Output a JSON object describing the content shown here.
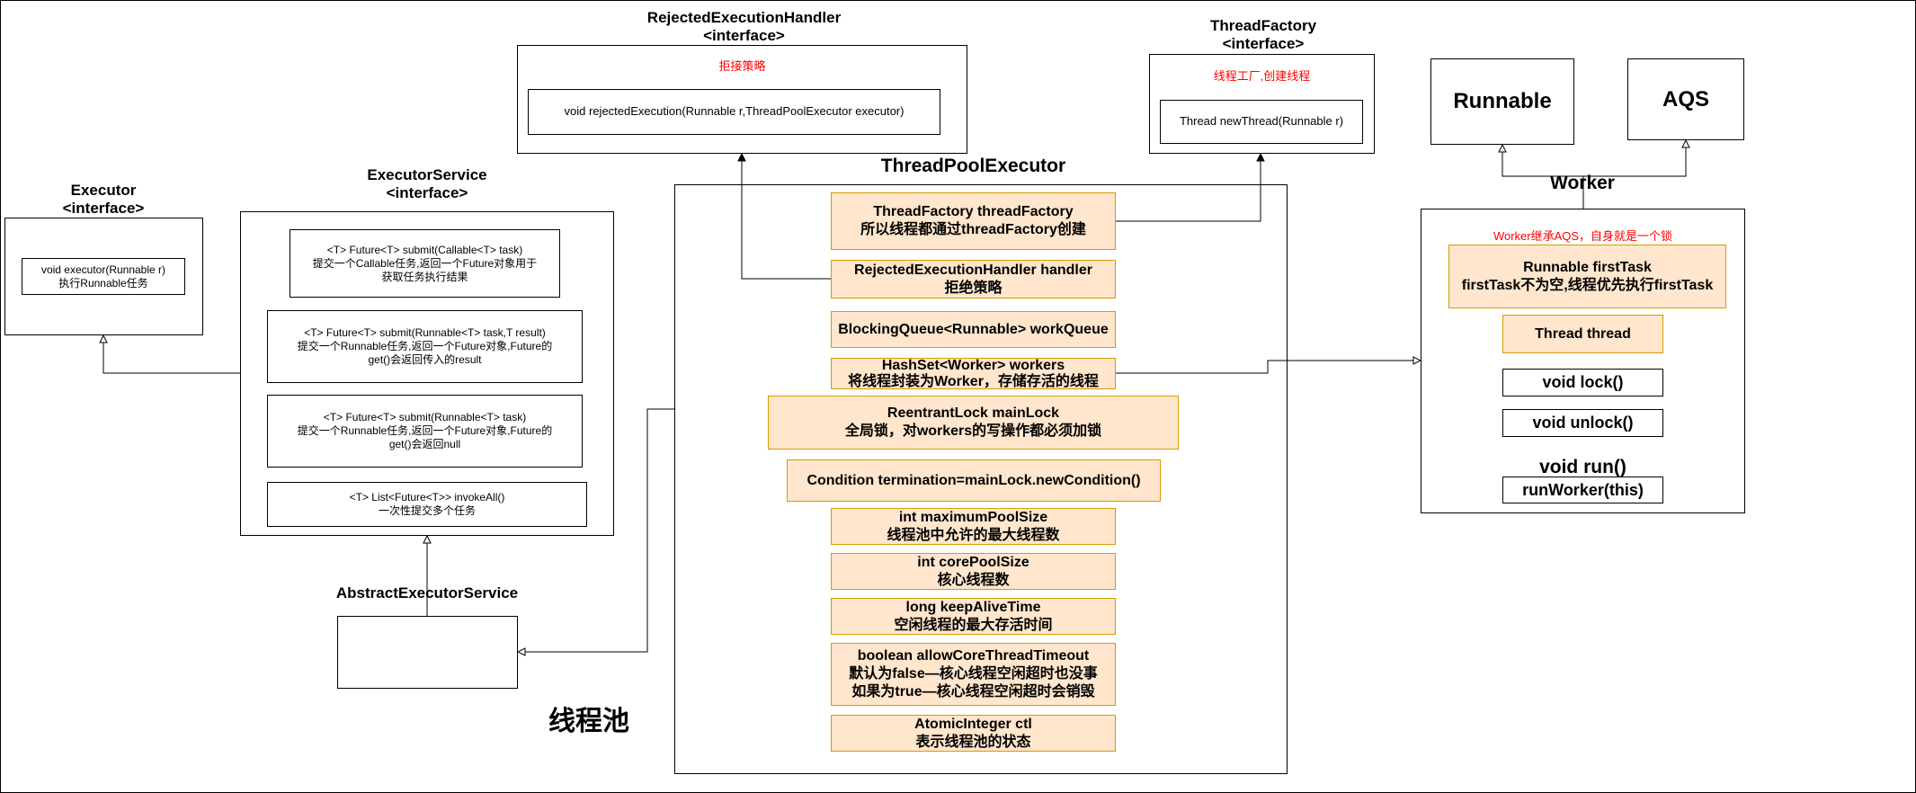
{
  "executor": {
    "title": "Executor",
    "stereotype": "<interface>",
    "method_line1": "void executor(Runnable r)",
    "method_line2": "执行Runnable任务"
  },
  "executor_service": {
    "title": "ExecutorService",
    "stereotype": "<interface>",
    "methods": [
      {
        "sig": "<T> Future<T> submit(Callable<T> task)",
        "desc1": "提交一个Callable任务,返回一个Future对象用于",
        "desc2": "获取任务执行结果"
      },
      {
        "sig": "<T> Future<T> submit(Runnable<T> task,T result)",
        "desc1": "提交一个Runnable任务,返回一个Future对象,Future的",
        "desc2": "get()会返回传入的result"
      },
      {
        "sig": "<T> Future<T> submit(Runnable<T> task)",
        "desc1": "提交一个Runnable任务,返回一个Future对象,Future的",
        "desc2": "get()会返回null"
      },
      {
        "sig": "<T> List<Future<T>> invokeAll()",
        "desc1": "一次性提交多个任务",
        "desc2": ""
      }
    ]
  },
  "abstract_executor_service": {
    "title": "AbstractExecutorService"
  },
  "rejected_handler": {
    "title": "RejectedExecutionHandler",
    "stereotype": "<interface>",
    "note": "拒接策略",
    "method": "void rejectedExecution(Runnable r,ThreadPoolExecutor executor)"
  },
  "thread_factory": {
    "title": "ThreadFactory",
    "stereotype": "<interface>",
    "note": "线程工厂,创建线程",
    "method": "Thread newThread(Runnable r)"
  },
  "thread_pool_executor": {
    "title": "ThreadPoolExecutor",
    "fields": [
      {
        "name": "ThreadFactory threadFactory",
        "desc": "所以线程都通过threadFactory创建"
      },
      {
        "name": "RejectedExecutionHandler handler",
        "desc": "拒绝策略"
      },
      {
        "name": "BlockingQueue<Runnable> workQueue",
        "desc": ""
      },
      {
        "name": "HashSet<Worker> workers",
        "desc": "将线程封装为Worker，存储存活的线程"
      },
      {
        "name": "ReentrantLock mainLock",
        "desc": "全局锁，对workers的写操作都必须加锁"
      },
      {
        "name": "Condition termination=mainLock.newCondition()",
        "desc": ""
      },
      {
        "name": "int maximumPoolSize",
        "desc": "线程池中允许的最大线程数"
      },
      {
        "name": "int corePoolSize",
        "desc": "核心线程数"
      },
      {
        "name": "long keepAliveTime",
        "desc": "空闲线程的最大存活时间"
      },
      {
        "name": "boolean allowCoreThreadTimeout",
        "desc": "默认为false—核心线程空闲超时也没事",
        "desc2": "如果为true—核心线程空闲超时会销毁"
      },
      {
        "name": "AtomicInteger ctl",
        "desc": "表示线程池的状态"
      }
    ]
  },
  "caption": "线程池",
  "runnable": {
    "title": "Runnable"
  },
  "aqs": {
    "title": "AQS"
  },
  "worker": {
    "title": "Worker",
    "note": "Worker继承AQS，自身就是一个锁",
    "first_task_name": "Runnable firstTask",
    "first_task_desc": "firstTask不为空,线程优先执行firstTask",
    "thread_field": "Thread thread",
    "lock": "void lock()",
    "unlock": "void unlock()",
    "run": "void run()",
    "run_worker": "runWorker(this)"
  },
  "colors": {
    "field_fill": "#ffe6cc",
    "field_border": "#d79b00",
    "note_text": "#ff0000",
    "line": "#000000"
  }
}
